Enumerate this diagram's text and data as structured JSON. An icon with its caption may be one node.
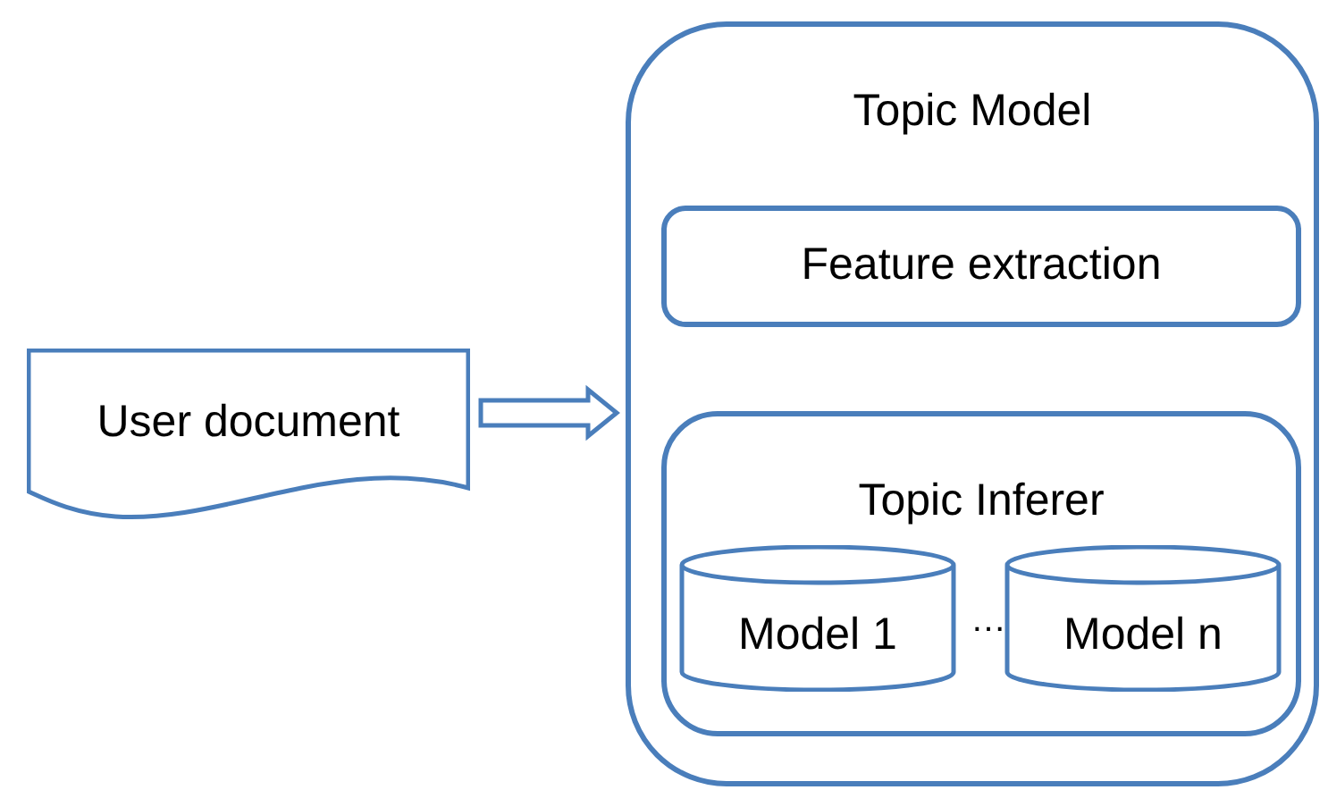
{
  "diagram": {
    "nodes": [
      {
        "text": [
          "User document"
        ]
      },
      {
        "text": [
          "Topic Model"
        ]
      },
      {
        "text": [
          "Feature extraction"
        ],
        "in": 1
      },
      {
        "text": [
          "Topic Inferer"
        ],
        "in": 1
      },
      {
        "text": [
          "Model 1"
        ],
        "in": 3
      },
      {
        "text": [
          "Model n"
        ],
        "in": 3
      }
    ],
    "edges": [
      {
        "from": 0,
        "to": 1,
        "arrow": "to",
        "style": "thick"
      }
    ],
    "labels": [
      "…"
    ]
  }
}
